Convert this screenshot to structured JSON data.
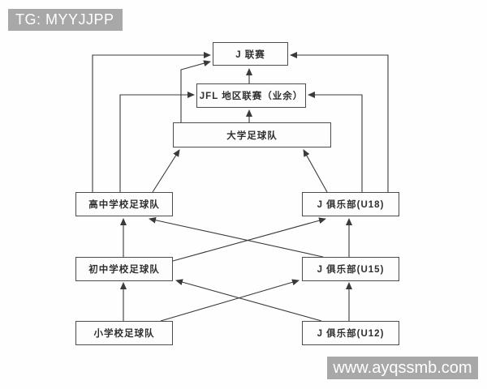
{
  "watermarks": {
    "top_left": "TG: MYYJJPP",
    "bottom_right": "www.ayqssmb.com"
  },
  "diagram": {
    "description": "Japanese football player development pyramid flowchart",
    "nodes": [
      {
        "id": "j_league",
        "label": "J 联赛"
      },
      {
        "id": "jfl",
        "label": "JFL 地区联赛（业余）"
      },
      {
        "id": "university",
        "label": "大学足球队"
      },
      {
        "id": "high_school",
        "label": "高中学校足球队"
      },
      {
        "id": "junior_high",
        "label": "初中学校足球队"
      },
      {
        "id": "elementary",
        "label": "小学校足球队"
      },
      {
        "id": "u18",
        "label": "J 俱乐部(U18)"
      },
      {
        "id": "u15",
        "label": "J 俱乐部(U15)"
      },
      {
        "id": "u12",
        "label": "J 俱乐部(U12)"
      }
    ],
    "edges": [
      {
        "from": "jfl",
        "to": "j_league"
      },
      {
        "from": "university",
        "to": "jfl"
      },
      {
        "from": "university",
        "to": "j_league"
      },
      {
        "from": "high_school",
        "to": "j_league"
      },
      {
        "from": "high_school",
        "to": "jfl"
      },
      {
        "from": "high_school",
        "to": "university"
      },
      {
        "from": "u18",
        "to": "j_league"
      },
      {
        "from": "u18",
        "to": "jfl"
      },
      {
        "from": "u18",
        "to": "university"
      },
      {
        "from": "junior_high",
        "to": "high_school"
      },
      {
        "from": "junior_high",
        "to": "u18"
      },
      {
        "from": "u15",
        "to": "u18"
      },
      {
        "from": "u15",
        "to": "high_school"
      },
      {
        "from": "elementary",
        "to": "junior_high"
      },
      {
        "from": "elementary",
        "to": "u15"
      },
      {
        "from": "u12",
        "to": "u15"
      },
      {
        "from": "u12",
        "to": "junior_high"
      }
    ]
  },
  "colors": {
    "background": "#fefefe",
    "line": "#3a3a3a",
    "box_border": "#4c4c4c",
    "box_text": "#2f2f2f",
    "watermark_bg": "#a8a8a8",
    "watermark_text": "#ffffff"
  }
}
